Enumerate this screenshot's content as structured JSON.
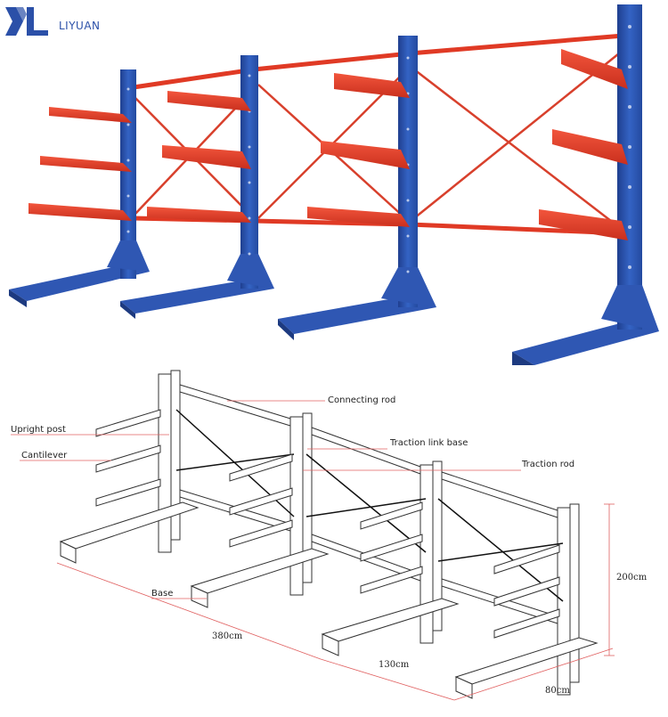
{
  "brand": {
    "name": "LIYUAN",
    "color": "#2b50a8"
  },
  "colors": {
    "upright": "#2f57b3",
    "cantilever": "#e8402a",
    "leader_line": "#e06060"
  },
  "diagram": {
    "labels": {
      "connecting_rod": "Connecting rod",
      "upright_post": "Upright post",
      "traction_link_base": "Traction link base",
      "cantilever": "Cantilever",
      "traction_rod": "Traction rod",
      "base": "Base"
    },
    "dimensions": {
      "height": "200cm",
      "length": "380cm",
      "spacing": "130cm",
      "depth": "80cm"
    }
  }
}
